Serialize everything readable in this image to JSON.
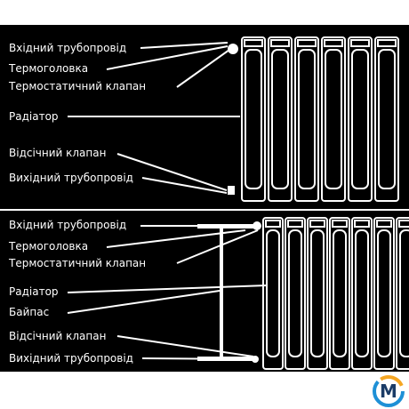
{
  "colors": {
    "background": "#000000",
    "lines": "#ffffff",
    "text": "#ffffff",
    "page": "#ffffff",
    "logo_ring_blue": "#1e90d6",
    "logo_ring_orange": "#f5a623",
    "logo_letter": "#1a3b66"
  },
  "top_diagram": {
    "labels": {
      "inlet_pipe": "Вхідний трубопровід",
      "thermo_head": "Термоголовка",
      "thermo_valve": "Термостатичний клапан",
      "radiator": "Радіатор",
      "shutoff_valve": "Відсічний клапан",
      "outlet_pipe": "Вихідний трубопровід"
    }
  },
  "bottom_diagram": {
    "labels": {
      "inlet_pipe": "Вхідний трубопровід",
      "thermo_head": "Термоголовка",
      "thermo_valve": "Термостатичний клапан",
      "radiator": "Радіатор",
      "bypass": "Байпас",
      "shutoff_valve": "Відсічний клапан",
      "outlet_pipe": "Вихідний трубопровід"
    }
  },
  "logo": {
    "letter": "M",
    "icon": "brand-logo-icon"
  }
}
